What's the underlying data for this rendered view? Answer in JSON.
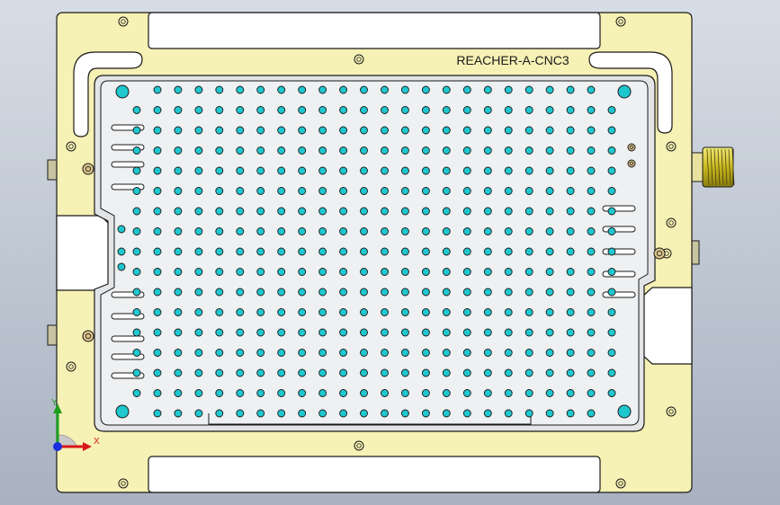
{
  "viewport": {
    "background_top": "#d7dde6",
    "background_bottom": "#a8b2c0"
  },
  "part": {
    "label": "REACHER-A-CNC3",
    "frame_color": "#f6f1b4",
    "tray_color": "#eef0f2",
    "hole_color": "#1fc7cf",
    "edge_color": "#1a1a1a",
    "connector_color": "#d7cb28"
  },
  "hole_grid": {
    "columns": 24,
    "rows": 17
  },
  "triad": {
    "x_label": "X",
    "y_label": "Y",
    "x_color": "#d81818",
    "y_color": "#1e9e1e",
    "z_color": "#1a2fe0"
  }
}
